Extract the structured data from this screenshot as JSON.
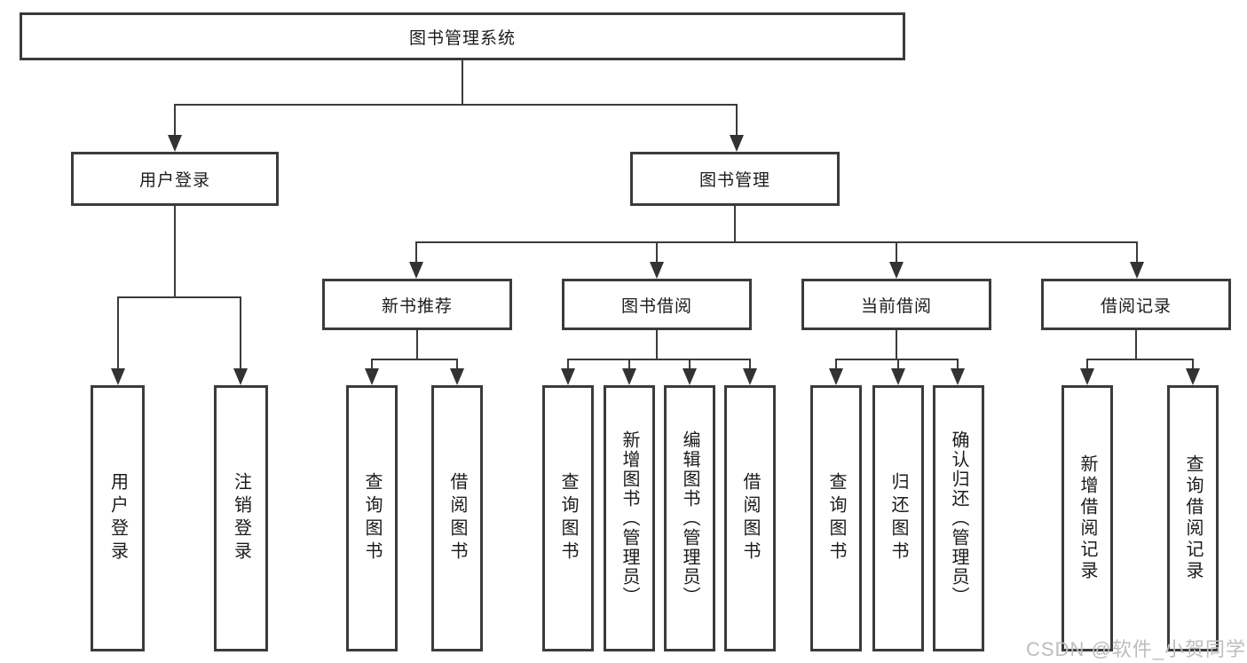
{
  "diagram": {
    "title": "图书管理系统",
    "level2": {
      "user_login": "用户登录",
      "book_management": "图书管理"
    },
    "level3": {
      "new_book_recommend": "新书推荐",
      "book_borrow": "图书借阅",
      "current_borrow": "当前借阅",
      "borrow_records": "借阅记录"
    },
    "leaves": {
      "user_login": "用户登录",
      "logout_login": "注销登录",
      "query_books_1": "查询图书",
      "borrow_books_1": "借阅图书",
      "query_books_2": "查询图书",
      "add_books_admin": "新增图书（管理员）",
      "edit_books_admin": "编辑图书（管理员）",
      "borrow_books_2": "借阅图书",
      "query_books_3": "查询图书",
      "return_books": "归还图书",
      "confirm_return_admin": "确认归还（管理员）",
      "add_borrow_record": "新增借阅记录",
      "query_borrow_record": "查询借阅记录"
    },
    "colors": {
      "line": "#3b3b3b",
      "text": "#1b1b1b",
      "watermark": "#bdbdbd"
    }
  },
  "watermark": {
    "text": "CSDN @软件_小贺同学"
  }
}
